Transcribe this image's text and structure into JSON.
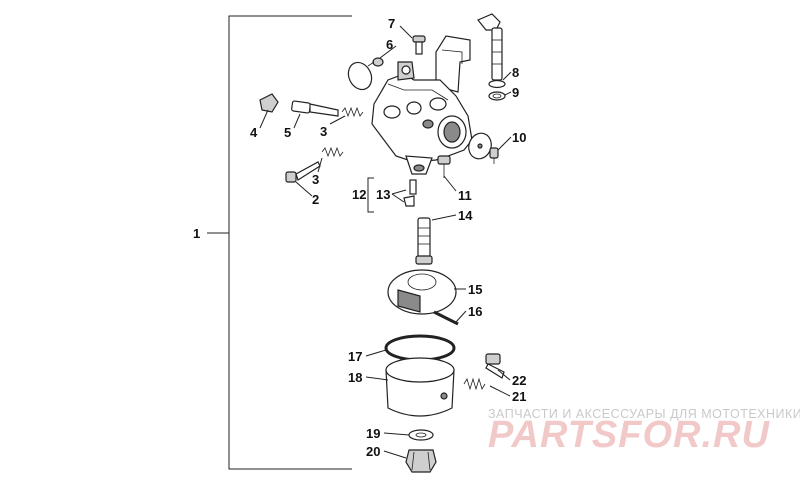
{
  "callouts": {
    "c1": "1",
    "c2": "2",
    "c3a": "3",
    "c3b": "3",
    "c4": "4",
    "c5": "5",
    "c6": "6",
    "c7": "7",
    "c8": "8",
    "c9": "9",
    "c10": "10",
    "c11": "11",
    "c12": "12",
    "c13": "13",
    "c14": "14",
    "c15": "15",
    "c16": "16",
    "c17": "17",
    "c18": "18",
    "c19": "19",
    "c20": "20",
    "c21": "21",
    "c22": "22"
  },
  "watermark": {
    "tagline": "ЗАПЧАСТИ И АКСЕССУАРЫ ДЛЯ МОТОТЕХНИКИ",
    "brand": "PARTSFOR.RU"
  }
}
